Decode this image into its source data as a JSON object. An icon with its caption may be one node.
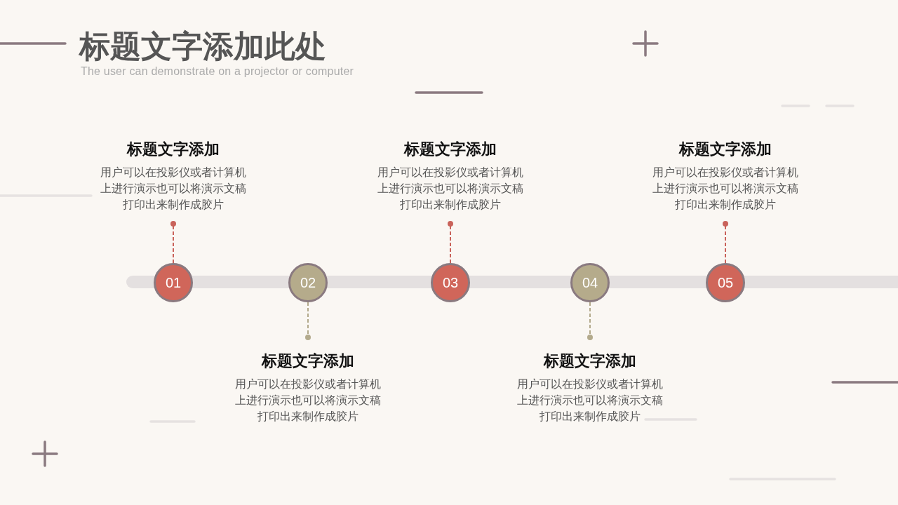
{
  "diagram": {
    "title": "标题文字添加此处",
    "nodes": [
      {
        "text": [
          "01"
        ]
      },
      {
        "text": [
          "02"
        ]
      },
      {
        "text": [
          "03"
        ]
      },
      {
        "text": [
          "04"
        ]
      },
      {
        "text": [
          "05"
        ]
      },
      {
        "text": [
          "标题文字添加",
          "用户可以在投影仪或者计算机上进行演示也可以将演示文稿打印出来制作成胶片"
        ]
      },
      {
        "text": [
          "标题文字添加",
          "用户可以在投影仪或者计算机上进行演示也可以将演示文稿打印出来制作成胶片"
        ]
      },
      {
        "text": [
          "标题文字添加",
          "用户可以在投影仪或者计算机上进行演示也可以将演示文稿打印出来制作成胶片"
        ]
      },
      {
        "text": [
          "标题文字添加",
          "用户可以在投影仪或者计算机上进行演示也可以将演示文稿打印出来制作成胶片"
        ]
      },
      {
        "text": [
          "标题文字添加",
          "用户可以在投影仪或者计算机上进行演示也可以将演示文稿打印出来制作成胶片"
        ]
      }
    ],
    "edges": [
      {
        "from": 0,
        "to": 5,
        "arrow": "other",
        "style": "dashed"
      },
      {
        "from": 1,
        "to": 6,
        "arrow": "other",
        "style": "dashed",
        "color": "#b3aa8c"
      },
      {
        "from": 2,
        "to": 7,
        "arrow": "other",
        "style": "dashed"
      },
      {
        "from": 3,
        "to": 8,
        "arrow": "other",
        "style": "dashed",
        "color": "#b3aa8c"
      },
      {
        "from": 4,
        "to": 9,
        "arrow": "other",
        "style": "dashed"
      }
    ],
    "labels": [
      "The user can demonstrate on a projector or computer"
    ]
  }
}
